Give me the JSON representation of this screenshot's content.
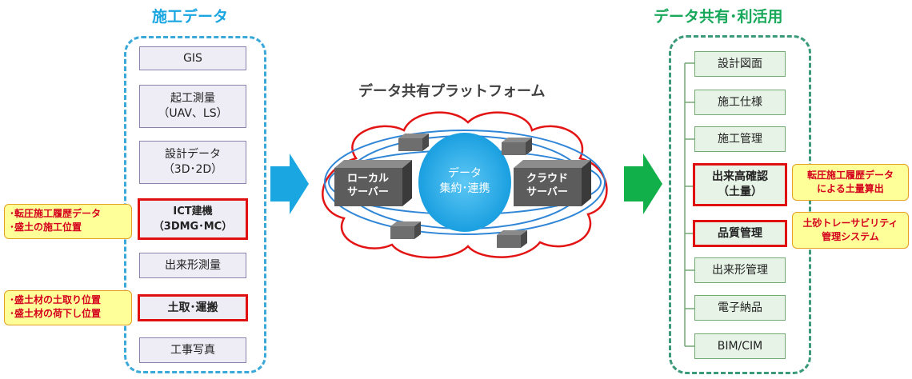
{
  "titles": {
    "left": "施工データ",
    "center": "データ共有プラットフォーム",
    "right": "データ共有･利活用"
  },
  "left_boxes": [
    {
      "line1": "GIS",
      "line2": ""
    },
    {
      "line1": "起工測量",
      "line2": "（UAV、LS）"
    },
    {
      "line1": "設計データ",
      "line2": "（3D･2D）"
    },
    {
      "line1": "ICT建機",
      "line2": "（3DMG･MC）"
    },
    {
      "line1": "出来形測量",
      "line2": ""
    },
    {
      "line1": "土取･運搬",
      "line2": ""
    },
    {
      "line1": "工事写真",
      "line2": ""
    }
  ],
  "left_notes": [
    {
      "line1": "･転圧施工履歴データ",
      "line2": "･盛土の施工位置"
    },
    {
      "line1": "･盛土材の土取り位置",
      "line2": "･盛土材の荷下し位置"
    }
  ],
  "platform": {
    "local_server": {
      "line1": "ローカル",
      "line2": "サーバー"
    },
    "cloud_server": {
      "line1": "クラウド",
      "line2": "サーバー"
    },
    "center": {
      "line1": "データ",
      "line2": "集約･連携"
    }
  },
  "right_boxes": [
    {
      "line1": "設計図面",
      "line2": ""
    },
    {
      "line1": "施工仕様",
      "line2": ""
    },
    {
      "line1": "施工管理",
      "line2": ""
    },
    {
      "line1": "出来高確認",
      "line2": "（土量）"
    },
    {
      "line1": "品質管理",
      "line2": ""
    },
    {
      "line1": "出来形管理",
      "line2": ""
    },
    {
      "line1": "電子納品",
      "line2": ""
    },
    {
      "line1": "BIM/CIM",
      "line2": ""
    }
  ],
  "right_notes": [
    {
      "line1": "転圧施工履歴データ",
      "line2": "による土量算出"
    },
    {
      "line1": "土砂トレーサビリティ",
      "line2": "管理システム"
    }
  ],
  "colors": {
    "left_title": "#1aa6e0",
    "right_title": "#17a85a",
    "highlight_border": "#e01010",
    "note_text": "#d4001c",
    "note_fill": "#ffff99",
    "left_arrow": "#1aa6e0",
    "right_arrow": "#12b04a"
  }
}
